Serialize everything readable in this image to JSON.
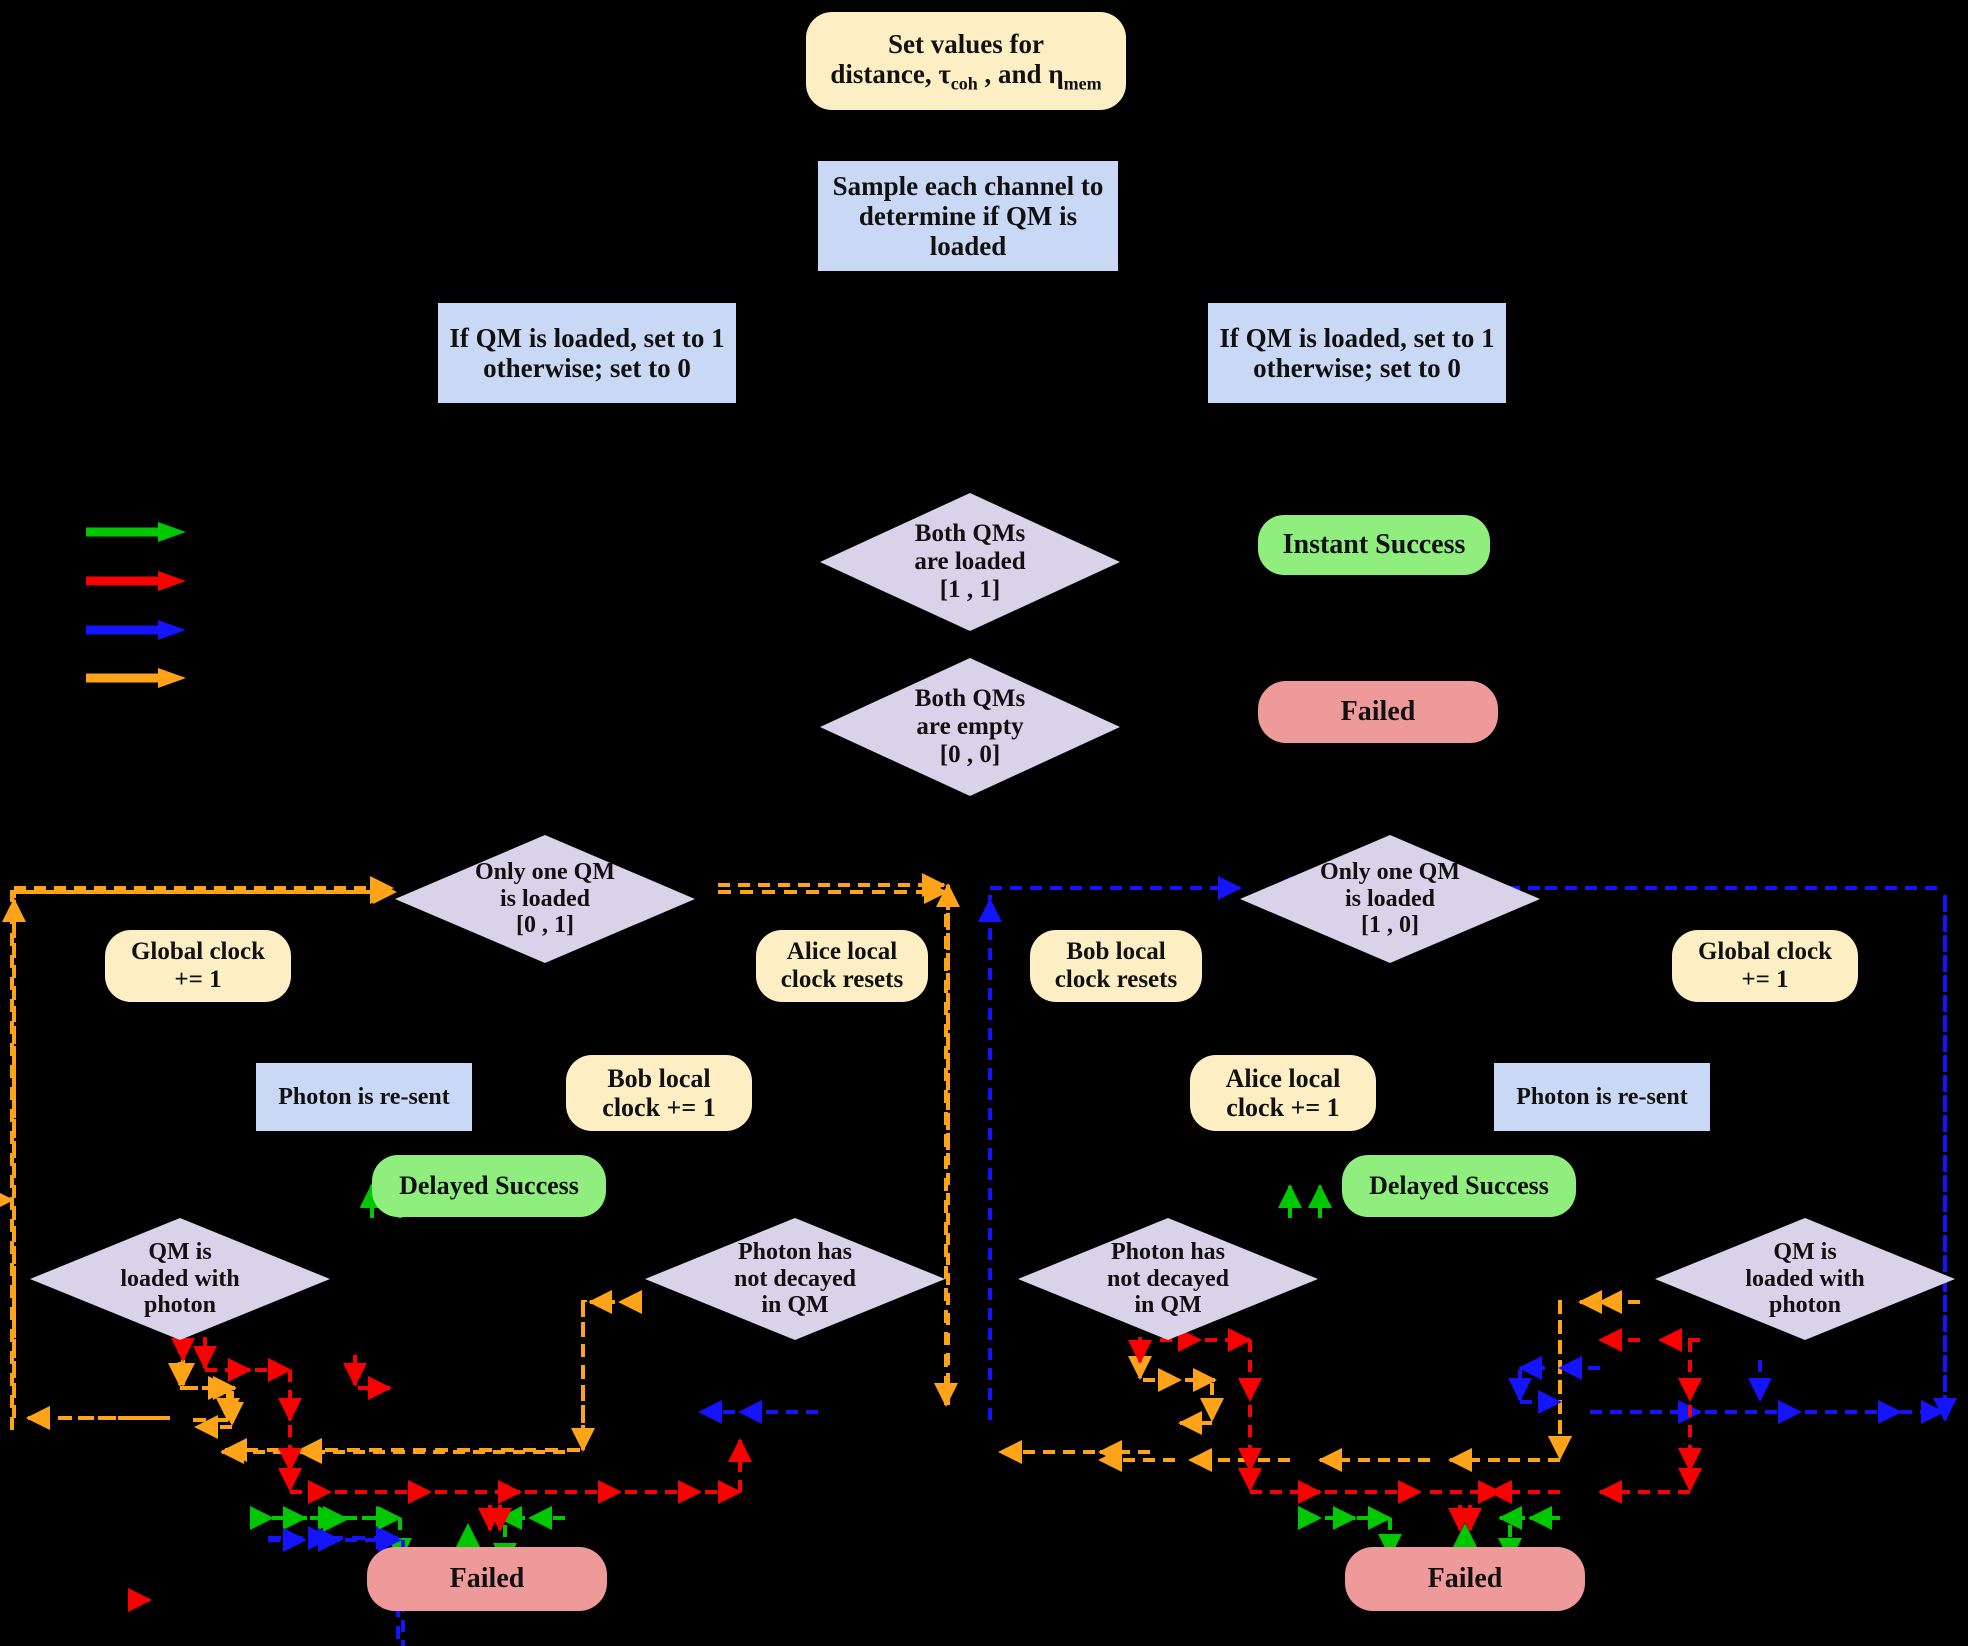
{
  "diagram": {
    "title": "Quantum memory entanglement distribution flowchart",
    "background": "#000000",
    "palette": {
      "pill_cream": "#fdeec4",
      "rect_blue": "#c9d9f5",
      "diamond_purple": "#d9d3ea",
      "success_green": "#90ee7e",
      "failed_red": "#ef9a9a",
      "arrow_green": "#00c800",
      "arrow_red": "#fa0000",
      "arrow_blue": "#1414ff",
      "arrow_orange": "#ffa419",
      "text": "#111111"
    }
  },
  "nodes": {
    "set_values": {
      "line1": "Set values for",
      "line2_a": "distance, ",
      "line2_tau": "τ",
      "line2_tau_sub": "coh",
      "line2_b": " , and ",
      "line2_eta": "η",
      "line2_eta_sub": "mem"
    },
    "sample_channel": "Sample each channel to determine if QM is loaded",
    "if_loaded_left": "If QM is loaded, set to 1 otherwise; set to 0",
    "if_loaded_right": "If QM is loaded, set to 1 otherwise; set to 0",
    "both_loaded": "Both QMs are loaded [1 , 1]",
    "both_loaded_l1": "Both QMs",
    "both_loaded_l2": "are loaded",
    "both_loaded_l3": "[1 , 1]",
    "both_empty_l1": "Both QMs",
    "both_empty_l2": "are empty",
    "both_empty_l3": "[0 , 0]",
    "instant_success": "Instant Success",
    "failed_top": "Failed",
    "only_one_left_l1": "Only one QM",
    "only_one_left_l2": "is loaded",
    "only_one_left_l3": "[0 , 1]",
    "only_one_right_l1": "Only one QM",
    "only_one_right_l2": "is loaded",
    "only_one_right_l3": "[1 , 0]",
    "global_clock_left_l1": "Global clock",
    "global_clock_left_l2": "+= 1",
    "alice_resets": "Alice local clock resets",
    "alice_resets_l1": "Alice local",
    "alice_resets_l2": "clock resets",
    "bob_resets_l1": "Bob local",
    "bob_resets_l2": "clock resets",
    "global_clock_right_l1": "Global clock",
    "global_clock_right_l2": "+= 1",
    "photon_resent_left": "Photon is re-sent",
    "photon_resent_right": "Photon is re-sent",
    "bob_clock_inc_l1": "Bob local",
    "bob_clock_inc_l2": "clock += 1",
    "alice_clock_inc_l1": "Alice local",
    "alice_clock_inc_l2": "clock += 1",
    "delayed_success_left": "Delayed Success",
    "delayed_success_right": "Delayed Success",
    "qm_loaded_photon_left_l1": "QM is",
    "qm_loaded_photon_left_l2": "loaded with",
    "qm_loaded_photon_left_l3": "photon",
    "photon_not_decayed_left_l1": "Photon has",
    "photon_not_decayed_left_l2": "not decayed",
    "photon_not_decayed_left_l3": "in QM",
    "photon_not_decayed_right_l1": "Photon has",
    "photon_not_decayed_right_l2": "not decayed",
    "photon_not_decayed_right_l3": "in QM",
    "qm_loaded_photon_right_l1": "QM is",
    "qm_loaded_photon_right_l2": "loaded with",
    "qm_loaded_photon_right_l3": "photon",
    "failed_bottom_left": "Failed",
    "failed_bottom_right": "Failed"
  },
  "legend": {
    "items": [
      {
        "name": "green-arrow",
        "color": "#00c800",
        "label": ""
      },
      {
        "name": "red-arrow",
        "color": "#fa0000",
        "label": ""
      },
      {
        "name": "blue-arrow",
        "color": "#1414ff",
        "label": ""
      },
      {
        "name": "orange-arrow",
        "color": "#ffa419",
        "label": ""
      }
    ]
  }
}
